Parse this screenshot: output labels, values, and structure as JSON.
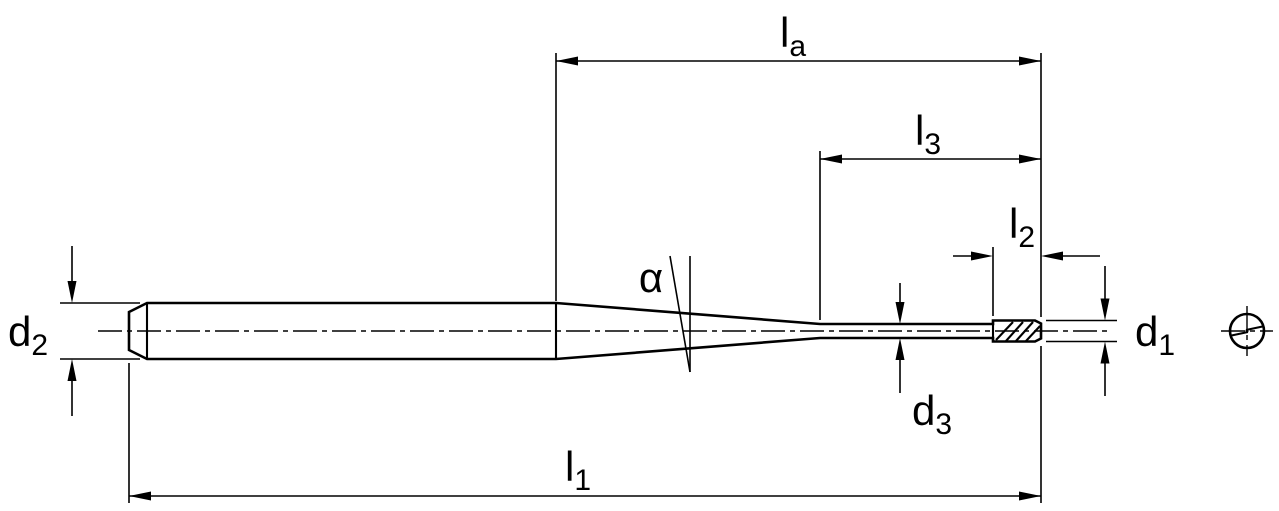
{
  "diagram": {
    "type": "technical-drawing",
    "subject": "tapered-neck micro end mill, side view with end view",
    "labels": {
      "la": {
        "base": "l",
        "sub": "a"
      },
      "l3": {
        "base": "l",
        "sub": "3"
      },
      "l2": {
        "base": "l",
        "sub": "2"
      },
      "l1": {
        "base": "l",
        "sub": "1"
      },
      "d1": {
        "base": "d",
        "sub": "1"
      },
      "d2": {
        "base": "d",
        "sub": "2"
      },
      "d3": {
        "base": "d",
        "sub": "3"
      },
      "alpha": {
        "base": "α",
        "sub": ""
      }
    },
    "colors": {
      "outline": "#000000",
      "tool_fill": "#d8d8d8",
      "background": "#ffffff"
    }
  }
}
